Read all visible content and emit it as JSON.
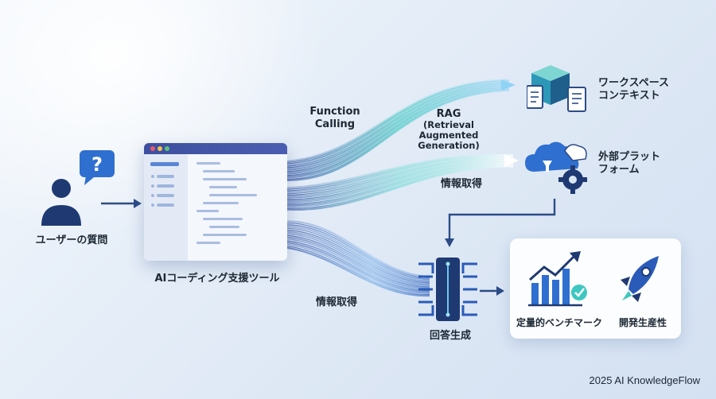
{
  "user_label": "ユーザーの質問",
  "question_glyph": "?",
  "tool_label": "AIコーディング支援ツール",
  "function_calling": [
    "Function",
    "Calling"
  ],
  "rag": [
    "RAG",
    "(Retrieval",
    "Augmented",
    "Generation)"
  ],
  "info_retrieval_right": "情報取得",
  "info_retrieval_bottom": "情報取得",
  "workspace_label": [
    "ワークスペース",
    "コンテキスト"
  ],
  "external_label": [
    "外部プラット",
    "フォーム"
  ],
  "answer_label": "回答生成",
  "benchmark_label": "定量的ベンチマーク",
  "productivity_label": "開発生産性",
  "footer": "2025 AI KnowledgeFlow",
  "colors": {
    "navy": "#1f3a72",
    "accent_blue": "#2f6fd0",
    "teal": "#3ec7c0",
    "window_bar": "#3d4f9e"
  },
  "icons": [
    "user-icon",
    "question-bubble-icon",
    "arrow-right-icon",
    "box-documents-icon",
    "cloud-gear-icon",
    "chip-icon",
    "bar-chart-icon",
    "rocket-icon"
  ]
}
